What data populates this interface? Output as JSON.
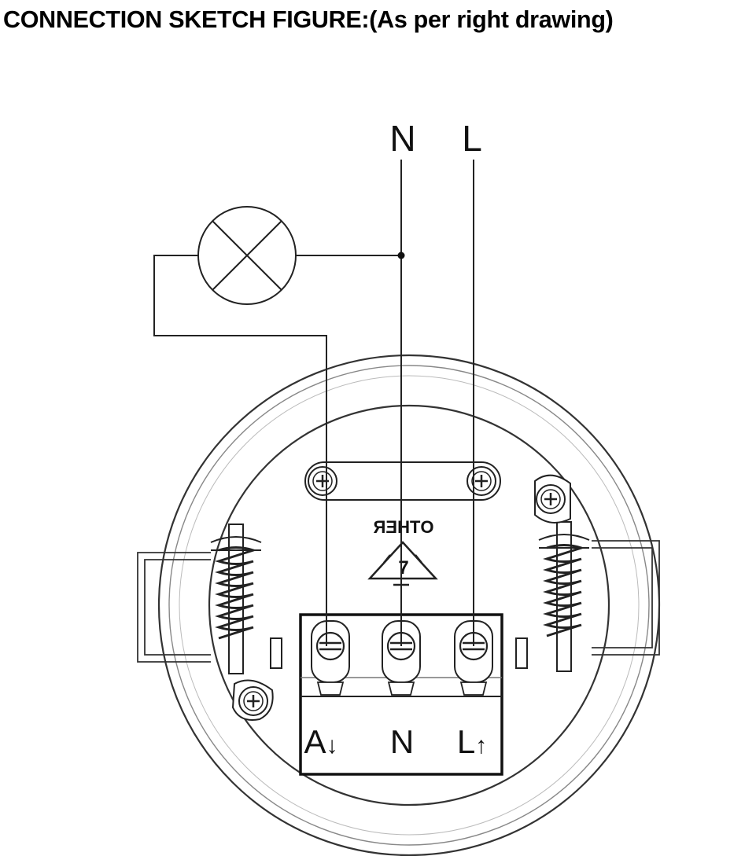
{
  "title": "CONNECTION SKETCH FIGURE:(As per right drawing)",
  "supply": {
    "neutral_label": "N",
    "live_label": "L"
  },
  "device": {
    "marking": "OTHER",
    "recycle_code": "7",
    "terminals": [
      {
        "id": "A",
        "label": "A",
        "arrow": "↓"
      },
      {
        "id": "N",
        "label": "N",
        "arrow": ""
      },
      {
        "id": "L",
        "label": "L",
        "arrow": "↑"
      }
    ]
  },
  "load": {
    "icon": "lamp-icon"
  }
}
